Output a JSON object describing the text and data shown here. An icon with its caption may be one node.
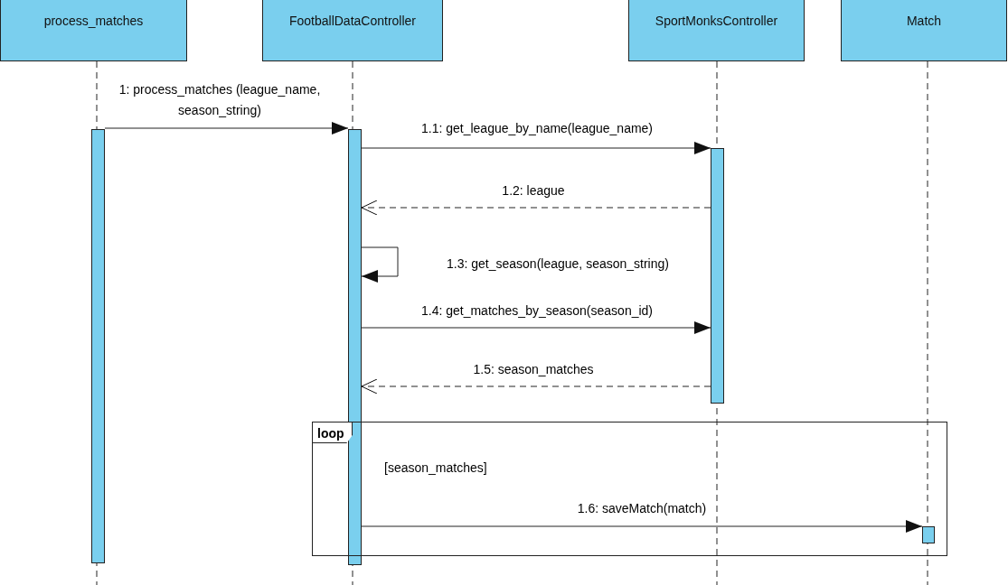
{
  "diagram": {
    "nodes": [
      {
        "text": [
          "process_matches"
        ]
      },
      {
        "text": [
          "FootballDataController"
        ]
      },
      {
        "text": [
          "SportMonksController"
        ]
      },
      {
        "text": [
          "Match"
        ]
      },
      {
        "text": [],
        "shape": "bar"
      },
      {
        "text": [],
        "shape": "bar"
      },
      {
        "text": [],
        "shape": "bar"
      },
      {
        "text": [],
        "shape": "bar",
        "in": 8
      },
      {
        "text": [
          "loop",
          "[season_matches]"
        ]
      }
    ],
    "edges": [
      {
        "from": 4,
        "to": 5,
        "arrow": "to",
        "label": "1: process_matches (league_name, season_string)"
      },
      {
        "from": 5,
        "to": 6,
        "arrow": "to",
        "label": "1.1: get_league_by_name(league_name)"
      },
      {
        "from": 6,
        "to": 5,
        "arrow": "to",
        "label": "1.2: league",
        "style": "dashed"
      },
      {
        "from": 5,
        "to": 5,
        "arrow": "to",
        "label": "1.3: get_season(league, season_string)"
      },
      {
        "from": 5,
        "to": 6,
        "arrow": "to",
        "label": "1.4: get_matches_by_season(season_id)"
      },
      {
        "from": 6,
        "to": 5,
        "arrow": "to",
        "label": "1.5: season_matches",
        "style": "dashed"
      },
      {
        "from": 5,
        "to": 7,
        "arrow": "to",
        "label": "1.6: saveMatch(match)"
      }
    ]
  }
}
